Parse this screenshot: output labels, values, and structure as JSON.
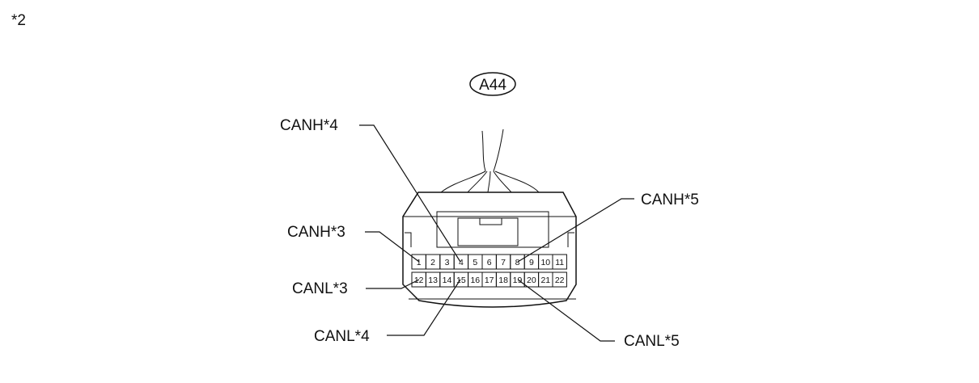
{
  "figure": {
    "note": "*2",
    "connector_code": "A44",
    "pins_top_row": [
      "1",
      "2",
      "3",
      "4",
      "5",
      "6",
      "7",
      "8",
      "9",
      "10",
      "11"
    ],
    "pins_bottom_row": [
      "12",
      "13",
      "14",
      "15",
      "16",
      "17",
      "18",
      "19",
      "20",
      "21",
      "22"
    ],
    "labels": {
      "canh4": "CANH*4",
      "canh3": "CANH*3",
      "canl3": "CANL*3",
      "canl4": "CANL*4",
      "canh5": "CANH*5",
      "canl5": "CANL*5"
    }
  }
}
